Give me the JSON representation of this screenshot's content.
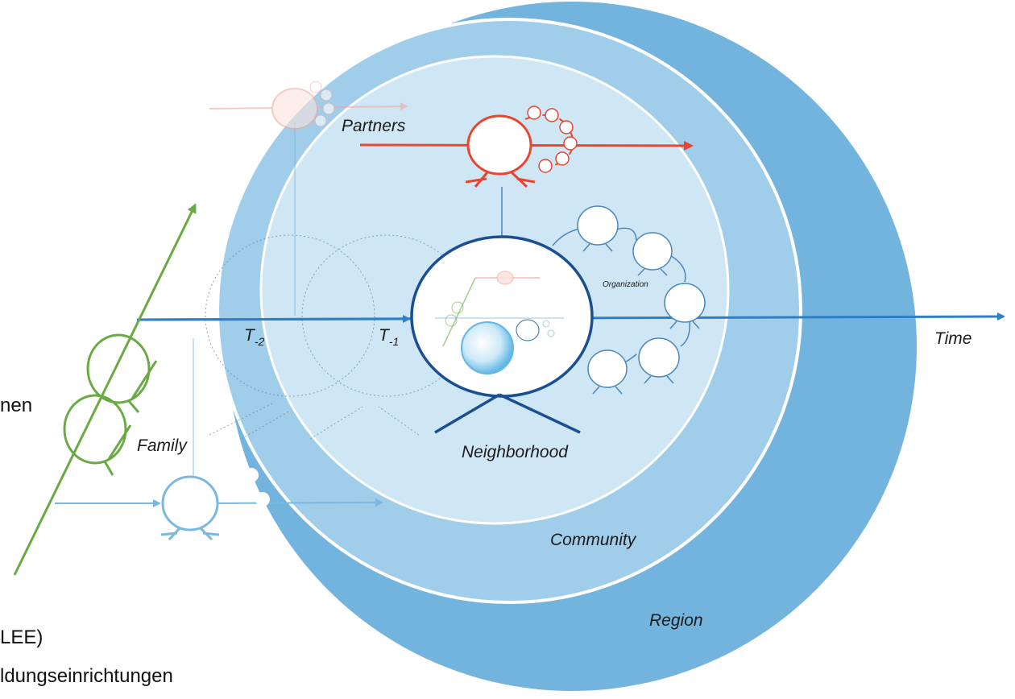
{
  "labels": {
    "region": "Region",
    "community": "Community",
    "neighborhood": "Neighborhood",
    "partners": "Partners",
    "family": "Family",
    "organization": "Organization",
    "time": "Time",
    "t2_base": "T",
    "t2_sub": "-2",
    "t1_base": "T",
    "t1_sub": "-1"
  },
  "cut_text": {
    "line1": "nen",
    "line2": "LEE)",
    "line3": "ldungseinrichtungen"
  },
  "colors": {
    "region": "#72b4dd",
    "community": "#a0cde9",
    "neighborhood_area": "#cfe6f4",
    "time_arrow": "#2f7fc6",
    "partners": "#e8442f",
    "family": "#6aaa45",
    "organization": "#4a86bd",
    "core": "#1a4f93"
  }
}
